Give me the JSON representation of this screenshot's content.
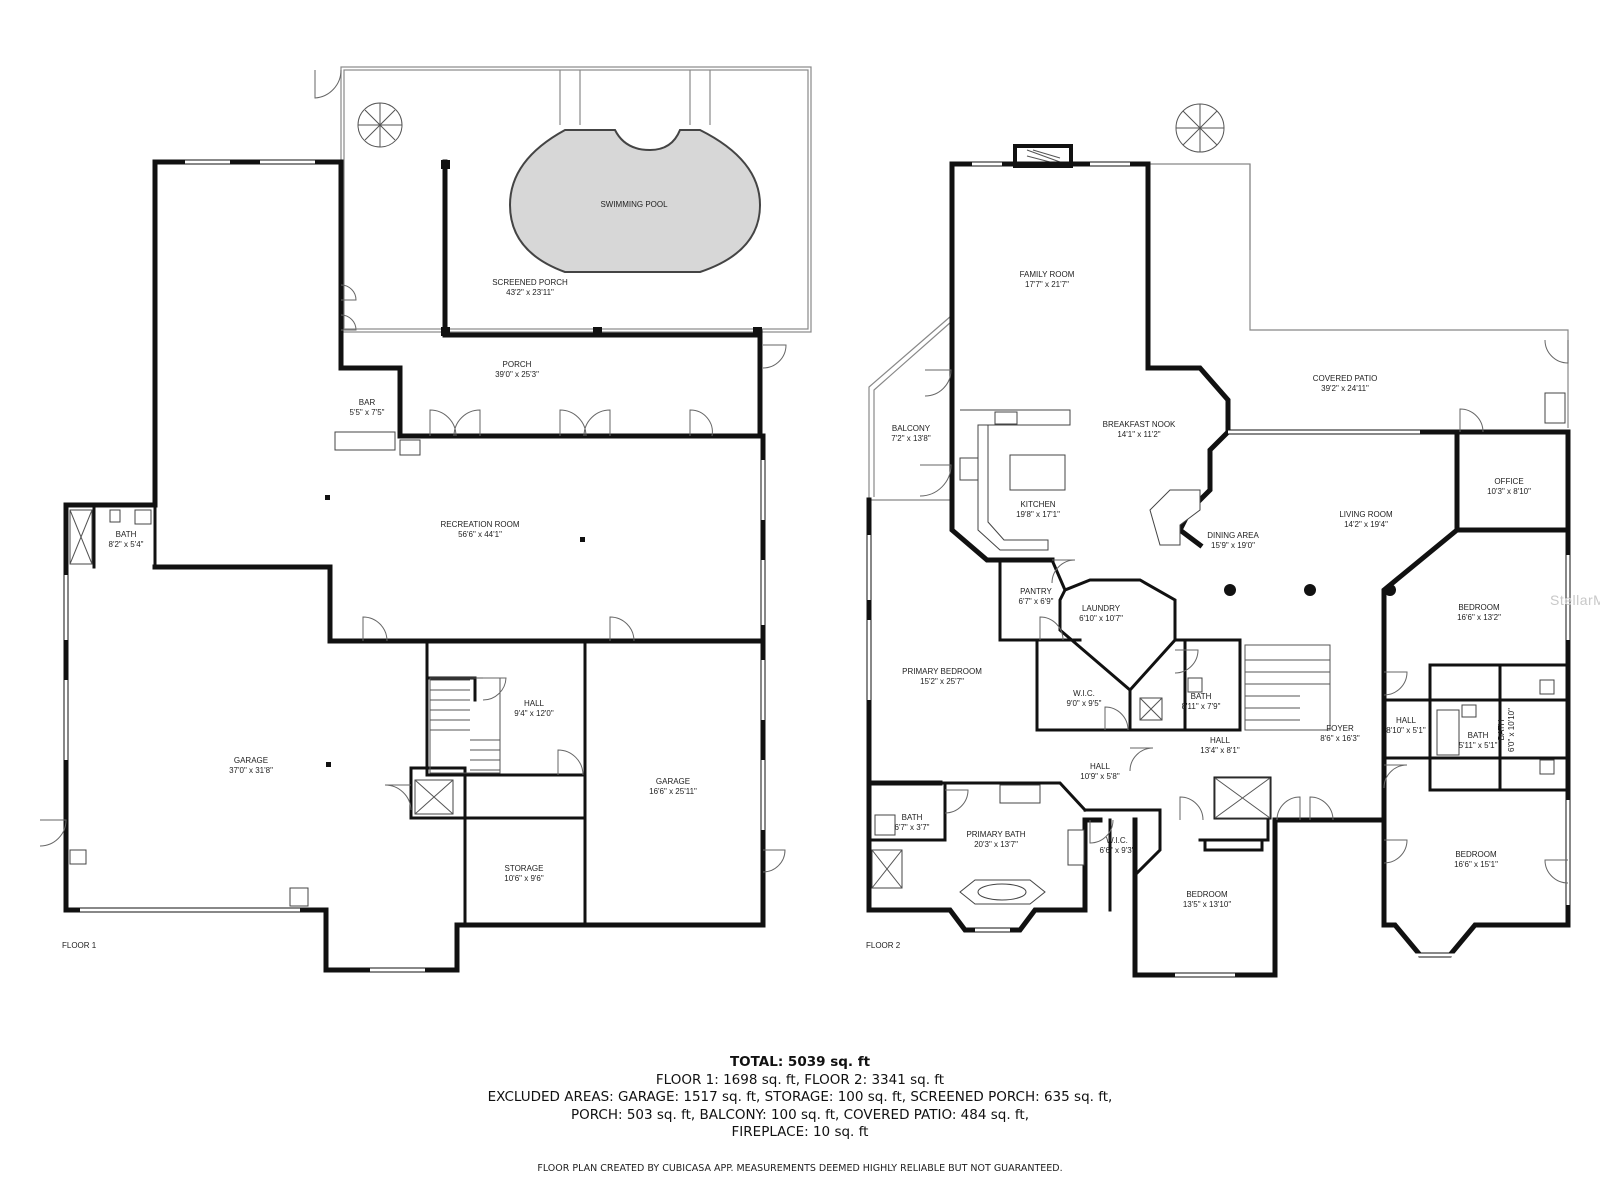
{
  "floor1": {
    "label": "FLOOR 1",
    "rooms": [
      {
        "name": "SWIMMING POOL",
        "dims": ""
      },
      {
        "name": "SCREENED PORCH",
        "dims": "43'2\" x 23'11\""
      },
      {
        "name": "PORCH",
        "dims": "39'0\" x 25'3\""
      },
      {
        "name": "BAR",
        "dims": "5'5\" x 7'5\""
      },
      {
        "name": "BATH",
        "dims": "8'2\" x 5'4\""
      },
      {
        "name": "RECREATION ROOM",
        "dims": "56'6\" x 44'1\""
      },
      {
        "name": "GARAGE",
        "dims": "37'0\" x 31'8\""
      },
      {
        "name": "HALL",
        "dims": "9'4\" x 12'0\""
      },
      {
        "name": "GARAGE",
        "dims": "16'6\" x 25'11\""
      },
      {
        "name": "STORAGE",
        "dims": "10'6\" x 9'6\""
      }
    ]
  },
  "floor2": {
    "label": "FLOOR 2",
    "rooms": [
      {
        "name": "FAMILY ROOM",
        "dims": "17'7\" x 21'7\""
      },
      {
        "name": "COVERED PATIO",
        "dims": "39'2\" x 24'11\""
      },
      {
        "name": "BALCONY",
        "dims": "7'2\" x 13'8\""
      },
      {
        "name": "BREAKFAST NOOK",
        "dims": "14'1\" x 11'2\""
      },
      {
        "name": "KITCHEN",
        "dims": "19'8\" x 17'1\""
      },
      {
        "name": "OFFICE",
        "dims": "10'3\" x 8'10\""
      },
      {
        "name": "LIVING ROOM",
        "dims": "14'2\" x 19'4\""
      },
      {
        "name": "DINING AREA",
        "dims": "15'9\" x 19'0\""
      },
      {
        "name": "PANTRY",
        "dims": "6'7\" x 6'9\""
      },
      {
        "name": "LAUNDRY",
        "dims": "6'10\" x 10'7\""
      },
      {
        "name": "BEDROOM",
        "dims": "16'6\" x 13'2\""
      },
      {
        "name": "PRIMARY BEDROOM",
        "dims": "15'2\" x 25'7\""
      },
      {
        "name": "W.I.C.",
        "dims": "9'0\" x 9'5\""
      },
      {
        "name": "BATH",
        "dims": "8'11\" x 7'9\""
      },
      {
        "name": "HALL",
        "dims": "8'10\" x 5'1\""
      },
      {
        "name": "BATH",
        "dims": "5'11\" x 5'1\""
      },
      {
        "name": "BATH",
        "dims": "6'0\" x 10'10\""
      },
      {
        "name": "HALL",
        "dims": "13'4\" x 8'1\""
      },
      {
        "name": "FOYER",
        "dims": "8'6\" x 16'3\""
      },
      {
        "name": "HALL",
        "dims": "10'9\" x 5'8\""
      },
      {
        "name": "BATH",
        "dims": "6'7\" x 3'7\""
      },
      {
        "name": "PRIMARY BATH",
        "dims": "20'3\" x 13'7\""
      },
      {
        "name": "W.I.C.",
        "dims": "6'6\" x 9'3\""
      },
      {
        "name": "BEDROOM",
        "dims": "13'5\" x 13'10\""
      },
      {
        "name": "BEDROOM",
        "dims": "16'6\" x 15'1\""
      }
    ]
  },
  "summary": {
    "total": "TOTAL: 5039 sq. ft",
    "lines": [
      "FLOOR 1: 1698 sq. ft, FLOOR 2: 3341 sq. ft",
      "EXCLUDED AREAS: GARAGE: 1517 sq. ft, STORAGE: 100 sq. ft, SCREENED PORCH: 635 sq. ft,",
      "PORCH: 503 sq. ft, BALCONY: 100 sq. ft, COVERED PATIO: 484 sq. ft,",
      "FIREPLACE: 10 sq. ft"
    ]
  },
  "credit": "FLOOR PLAN CREATED BY CUBICASA APP. MEASUREMENTS DEEMED HIGHLY RELIABLE BUT NOT GUARANTEED.",
  "watermark": "StellarMLS"
}
